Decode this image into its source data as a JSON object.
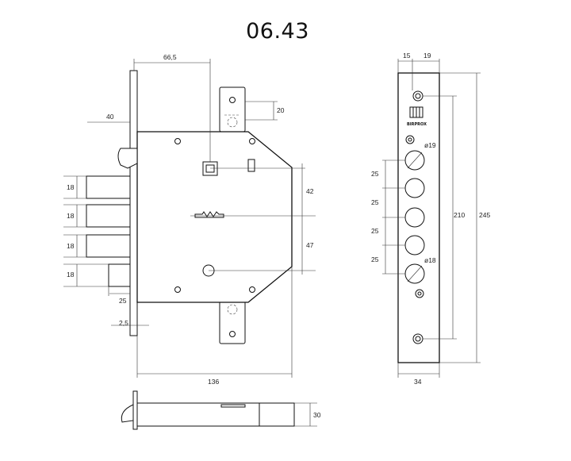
{
  "title": "06.43",
  "brand": "BIRPROX",
  "dimensions": {
    "d_665": "66,5",
    "d_40": "40",
    "d_20": "20",
    "d_42": "42",
    "d_47": "47",
    "d_18_a": "18",
    "d_18_b": "18",
    "d_18_c": "18",
    "d_18_d": "18",
    "d_25_left": "25",
    "d_25_thickness": "2,5",
    "d_136": "136",
    "d_30": "30",
    "d_15": "15",
    "d_19": "19",
    "d_phi19": "ø19",
    "d_phi18": "ø18",
    "d_25_s1": "25",
    "d_25_s2": "25",
    "d_25_s3": "25",
    "d_25_s4": "25",
    "d_210": "210",
    "d_245": "245",
    "d_34": "34"
  }
}
